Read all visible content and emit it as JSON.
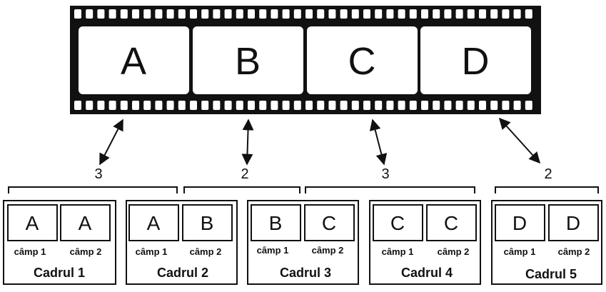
{
  "film": {
    "frames": [
      "A",
      "B",
      "C",
      "D"
    ]
  },
  "groups": [
    {
      "count": "3"
    },
    {
      "count": "2"
    },
    {
      "count": "3"
    },
    {
      "count": "2"
    }
  ],
  "field_label_1": "câmp 1",
  "field_label_2": "câmp 2",
  "output_frames": [
    {
      "label": "Cadrul 1",
      "fields": [
        "A",
        "A"
      ]
    },
    {
      "label": "Cadrul 2",
      "fields": [
        "A",
        "B"
      ]
    },
    {
      "label": "Cadrul 3",
      "fields": [
        "B",
        "C"
      ]
    },
    {
      "label": "Cadrul 4",
      "fields": [
        "C",
        "C"
      ]
    },
    {
      "label": "Cadrul 5",
      "fields": [
        "D",
        "D"
      ]
    }
  ],
  "colors": {
    "ink": "#111111",
    "paper": "#ffffff"
  }
}
